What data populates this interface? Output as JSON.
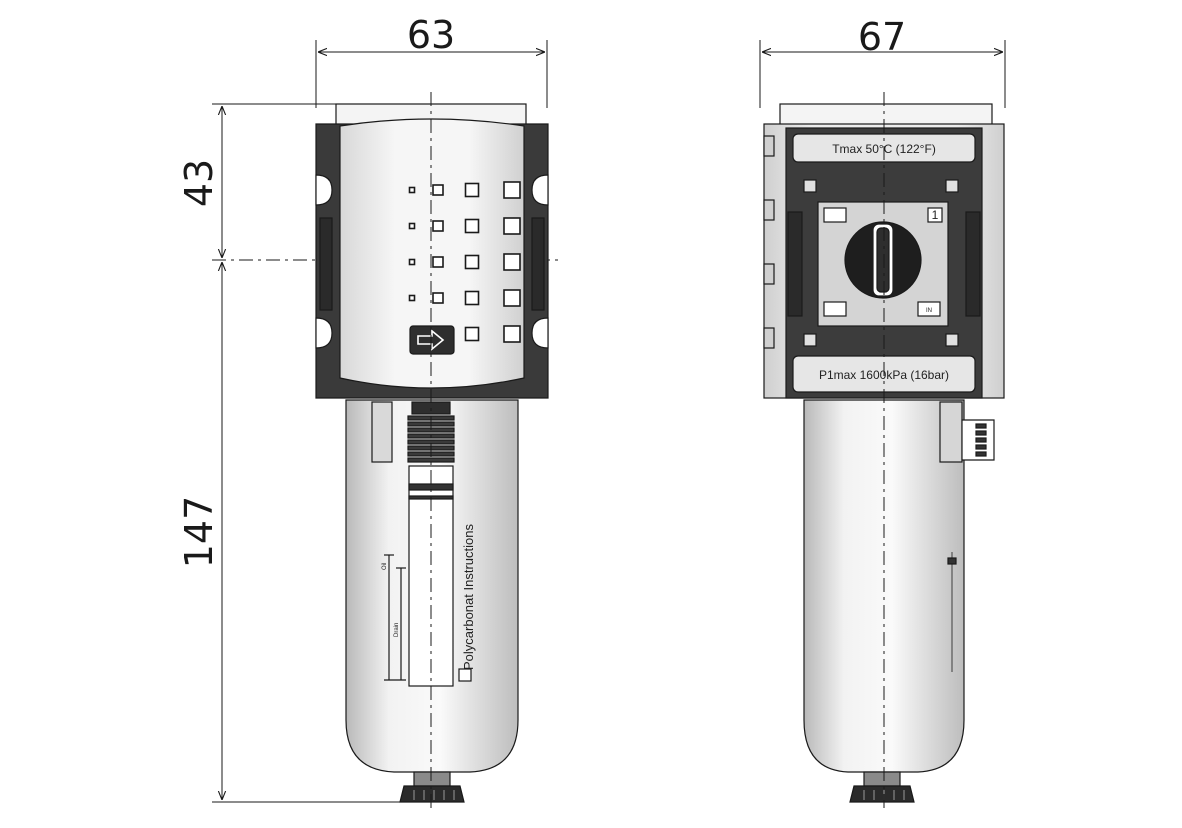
{
  "dimensions": {
    "front_width": "63",
    "side_width": "67",
    "upper_height": "43",
    "lower_height": "147"
  },
  "labels": {
    "tmax": "Tmax 50°C (122°F)",
    "p1max": "P1max 1600kPa (16bar)",
    "bowl_instructions": "Polycarbonat Instructions",
    "oil": "Oil",
    "drain": "Drain",
    "marker_1": "1",
    "marker_in": "IN"
  },
  "colors": {
    "line": "#1a1a1a",
    "dark_frame": "#3c3c3c",
    "body_light": "#eeeeee",
    "bowl": "#e9e9e9"
  }
}
